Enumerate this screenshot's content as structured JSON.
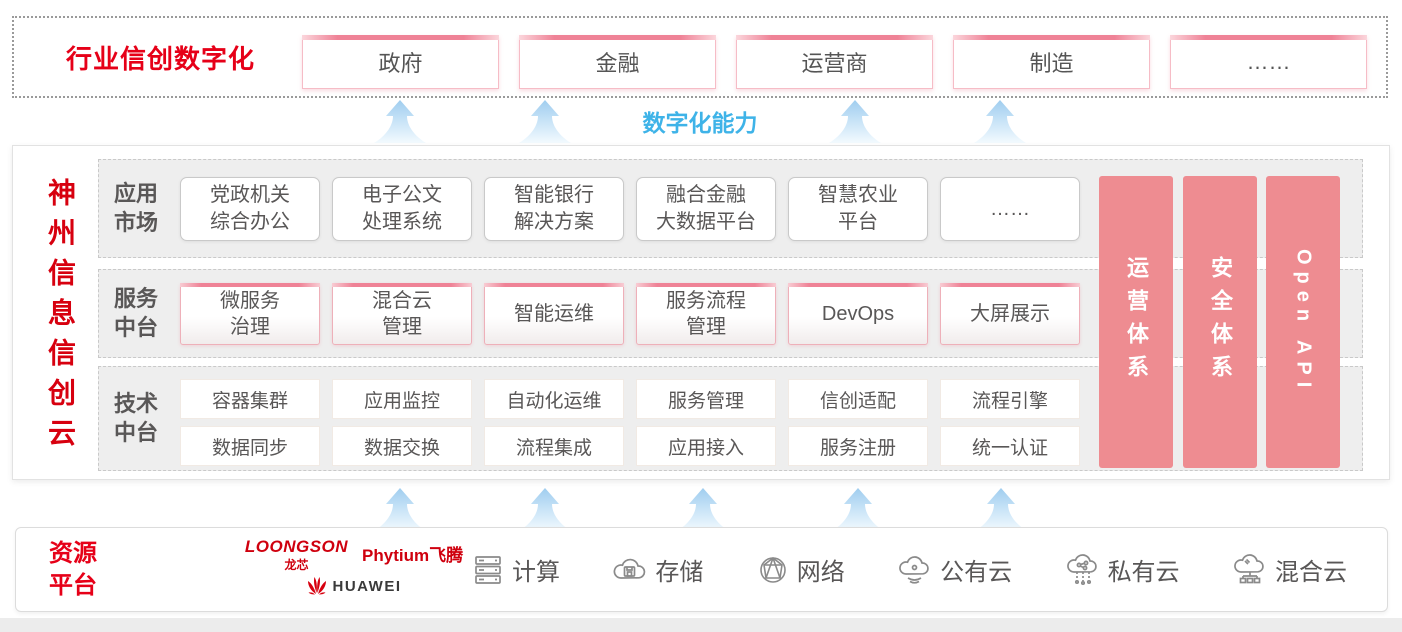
{
  "top_band": {
    "title": "行业信创数字化",
    "industries": [
      "政府",
      "金融",
      "运营商",
      "制造",
      "……"
    ]
  },
  "capability": {
    "label": "数字化能力"
  },
  "main": {
    "vertical_title": "神州信息信创云",
    "app_row": {
      "label": "应用\n市场",
      "items": [
        "党政机关\n综合办公",
        "电子公文\n处理系统",
        "智能银行\n解决方案",
        "融合金融\n大数据平台",
        "智慧农业\n平台",
        "……"
      ]
    },
    "service_row": {
      "label": "服务\n中台",
      "items": [
        "微服务\n治理",
        "混合云\n管理",
        "智能运维",
        "服务流程\n管理",
        "DevOps",
        "大屏展示"
      ]
    },
    "tech_row": {
      "label": "技术\n中台",
      "items_top": [
        "容器集群",
        "应用监控",
        "自动化运维",
        "服务管理",
        "信创适配",
        "流程引擎"
      ],
      "items_bottom": [
        "数据同步",
        "数据交换",
        "流程集成",
        "应用接入",
        "服务注册",
        "统一认证"
      ]
    },
    "side_bars": [
      "运营体系",
      "安全体系",
      "Open API"
    ]
  },
  "resource_band": {
    "title": "资源\n平台",
    "vendors": {
      "loongson": "LOONGSON",
      "loongson_cn": "龙芯",
      "phytium": "Phytium飞腾",
      "huawei": "HUAWEI"
    },
    "items": [
      {
        "icon": "compute-icon",
        "label": "计算"
      },
      {
        "icon": "storage-icon",
        "label": "存储"
      },
      {
        "icon": "network-icon",
        "label": "网络"
      },
      {
        "icon": "public-cloud-icon",
        "label": "公有云"
      },
      {
        "icon": "private-cloud-icon",
        "label": "私有云"
      },
      {
        "icon": "hybrid-cloud-icon",
        "label": "混合云"
      }
    ]
  },
  "colors": {
    "brand_red": "#e60018",
    "vertical_title_red": "#d7000f",
    "pillar_pink": "#ee8c91",
    "box_border_pink": "#ef8296",
    "capability_blue": "#3eb3e8",
    "arrow_blue": "#a9d4f0",
    "panel_gray": "#eeeeee",
    "text_gray": "#595757"
  }
}
